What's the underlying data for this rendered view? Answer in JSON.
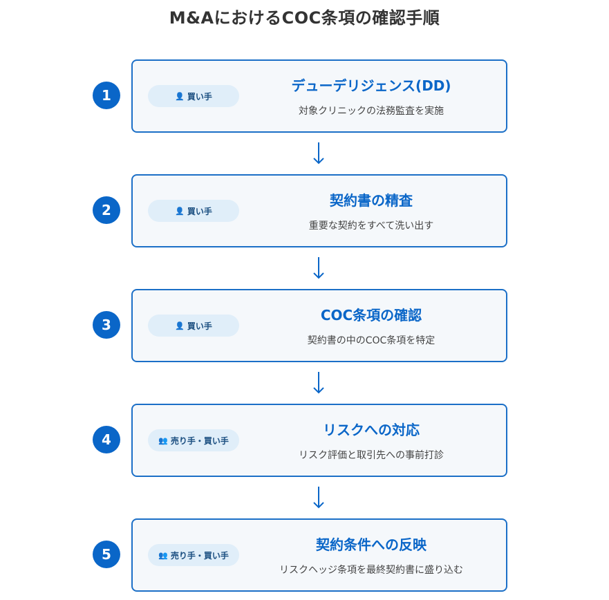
{
  "title": "M&AにおけるCOC条項の確認手順",
  "colors": {
    "accent": "#0a66c8",
    "card_border": "#1b6fc7",
    "card_bg": "#f5f8fb",
    "badge_bg": "#e0eef9"
  },
  "steps": [
    {
      "number": "1",
      "badge_icon": "person-icon",
      "badge_glyph": "👤",
      "badge": "買い手",
      "title": "デューデリジェンス(DD)",
      "desc": "対象クリニックの法務監査を実施"
    },
    {
      "number": "2",
      "badge_icon": "person-icon",
      "badge_glyph": "👤",
      "badge": "買い手",
      "title": "契約書の精査",
      "desc": "重要な契約をすべて洗い出す"
    },
    {
      "number": "3",
      "badge_icon": "person-icon",
      "badge_glyph": "👤",
      "badge": "買い手",
      "title": "COC条項の確認",
      "desc": "契約書の中のCOC条項を特定"
    },
    {
      "number": "4",
      "badge_icon": "people-icon",
      "badge_glyph": "👥",
      "badge": "売り手・買い手",
      "title": "リスクへの対応",
      "desc": "リスク評価と取引先への事前打診"
    },
    {
      "number": "5",
      "badge_icon": "people-icon",
      "badge_glyph": "👥",
      "badge": "売り手・買い手",
      "title": "契約条件への反映",
      "desc": "リスクヘッジ条項を最終契約書に盛り込む"
    }
  ]
}
